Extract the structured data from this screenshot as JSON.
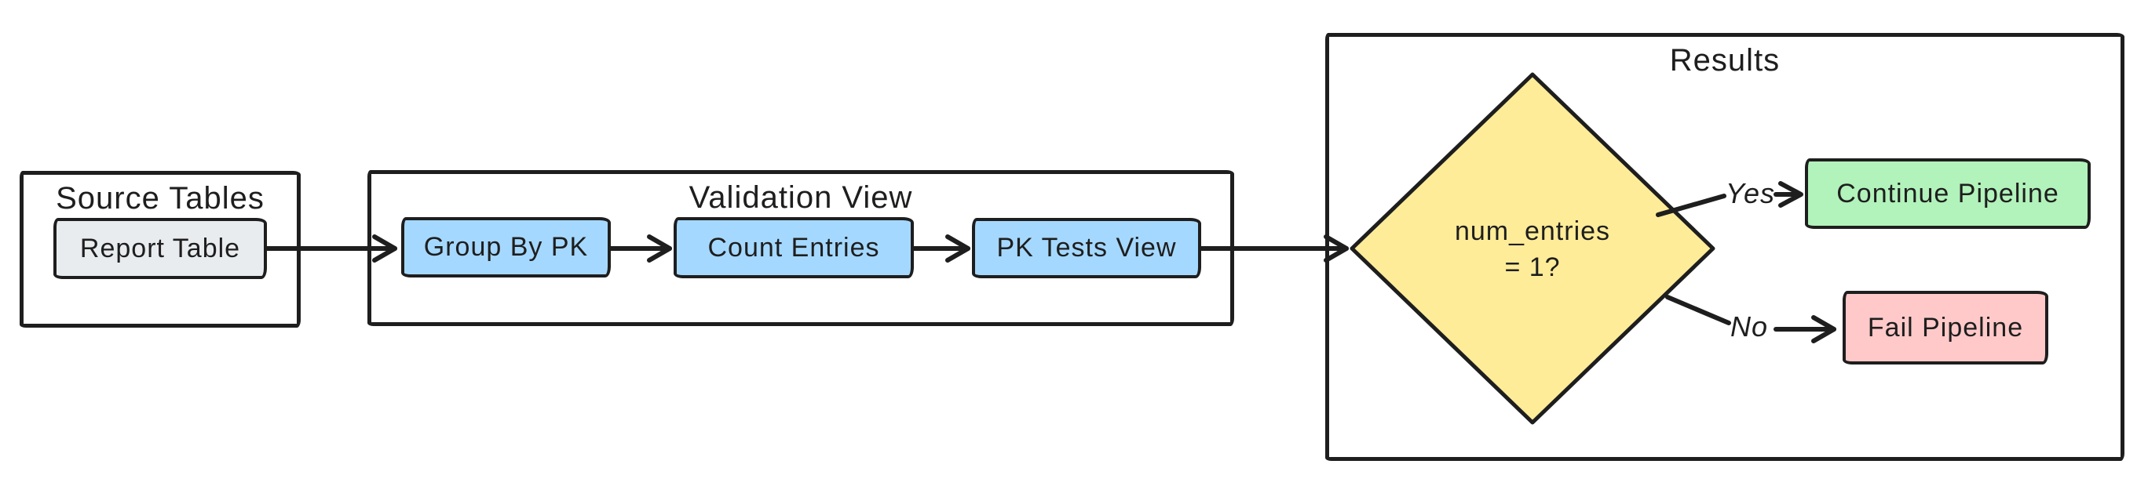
{
  "diagram": {
    "background": "#ffffff",
    "stroke_color": "#1e1e1e",
    "groups": {
      "source": {
        "title": "Source Tables",
        "nodes": {
          "report_table": {
            "label": "Report Table",
            "fill": "#e9ecef"
          }
        }
      },
      "validation": {
        "title": "Validation View",
        "nodes": {
          "group_by_pk": {
            "label": "Group By PK",
            "fill": "#a5d8ff"
          },
          "count_entries": {
            "label": "Count Entries",
            "fill": "#a5d8ff"
          },
          "pk_tests_view": {
            "label": "PK Tests View",
            "fill": "#a5d8ff"
          }
        }
      },
      "results": {
        "title": "Results",
        "nodes": {
          "decision": {
            "label_line1": "num_entries",
            "label_line2": "= 1?",
            "fill": "#ffec99"
          },
          "continue_pipeline": {
            "label": "Continue Pipeline",
            "fill": "#b2f2bb"
          },
          "fail_pipeline": {
            "label": "Fail Pipeline",
            "fill": "#ffc9c9"
          }
        },
        "edges": {
          "yes_label": "Yes",
          "no_label": "No"
        }
      }
    }
  }
}
